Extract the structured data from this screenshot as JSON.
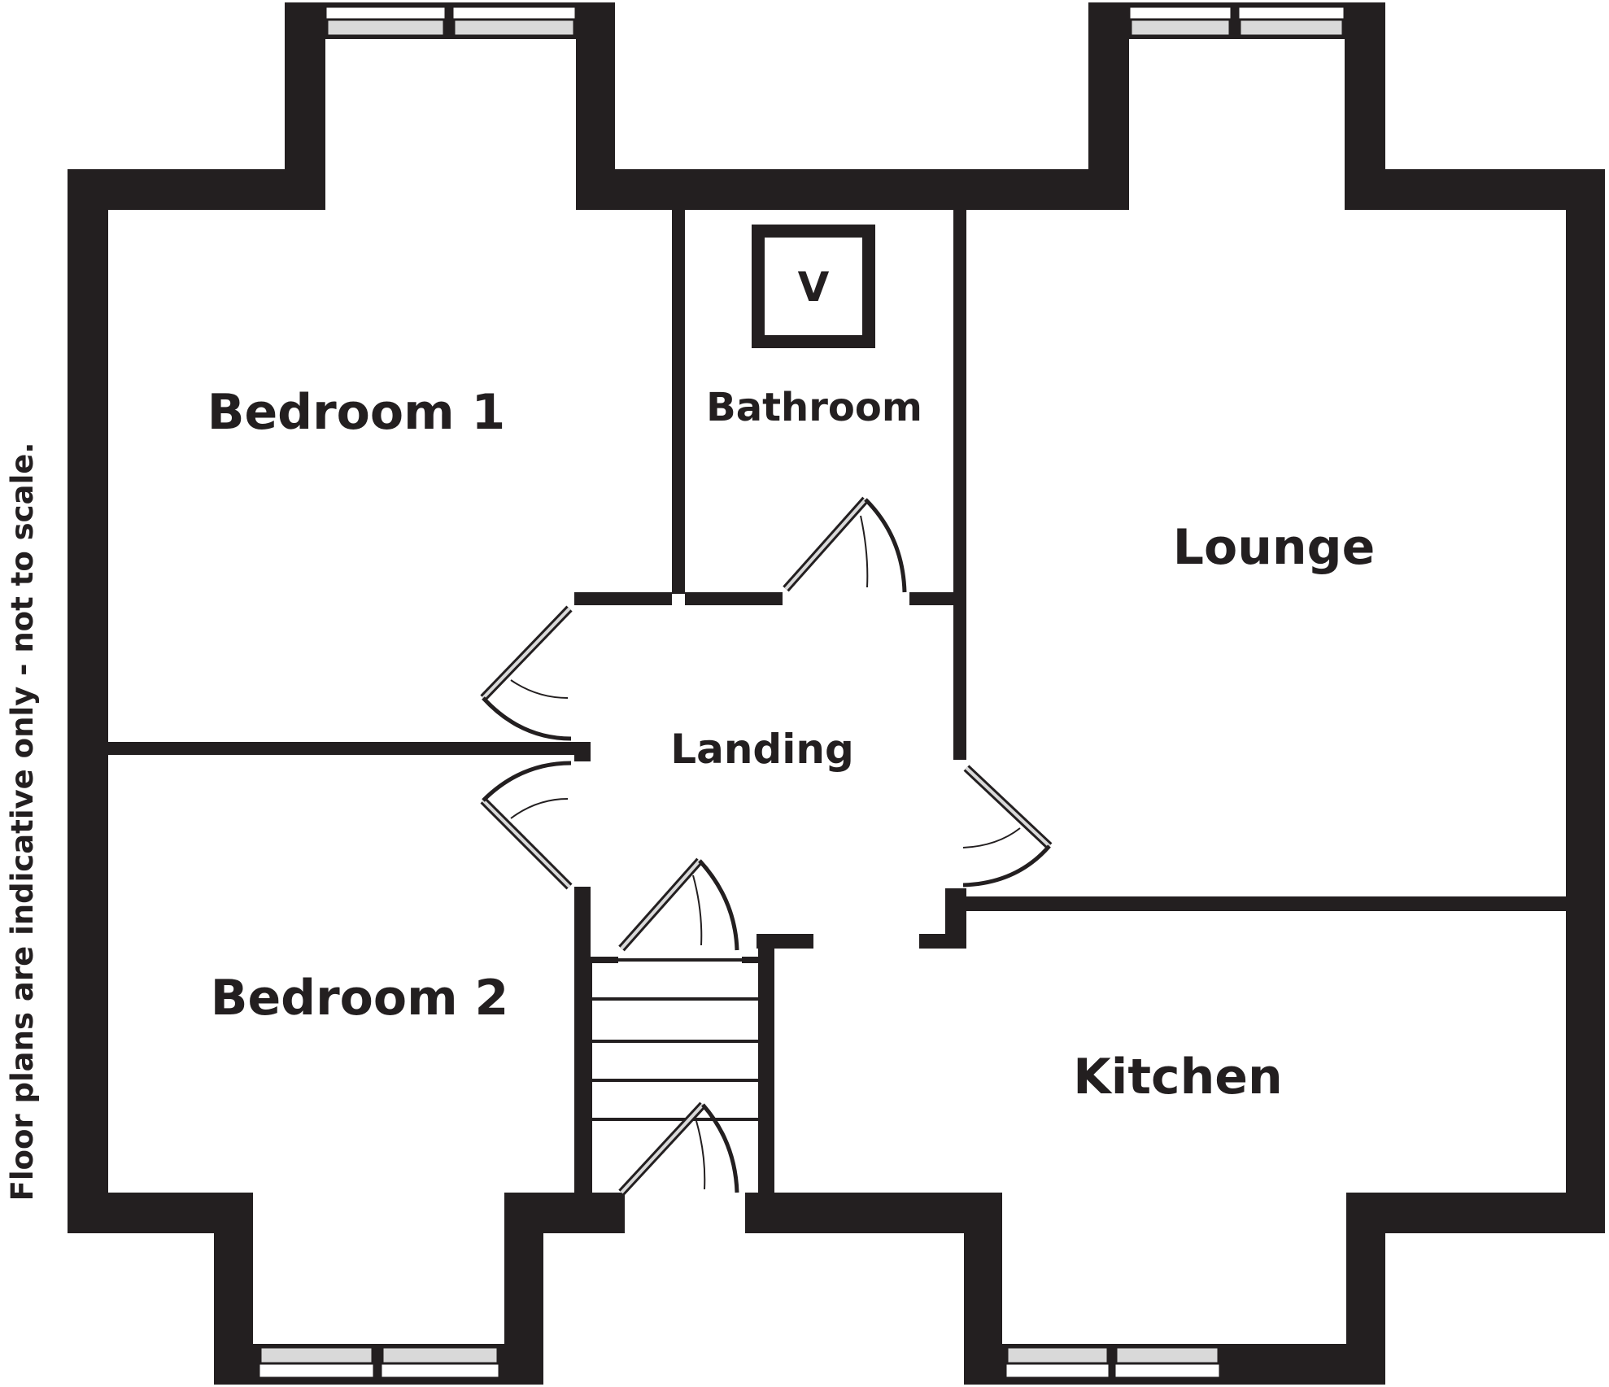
{
  "rooms": {
    "bedroom1": "Bedroom 1",
    "bedroom2": "Bedroom 2",
    "bathroom": "Bathroom",
    "lounge": "Lounge",
    "landing": "Landing",
    "kitchen": "Kitchen"
  },
  "symbols": {
    "vent": "V"
  },
  "disclaimer": "Floor plans are indicative only - not to scale.",
  "colors": {
    "wall": "#231f20",
    "background": "#ffffff",
    "glass": "#d9d9d9"
  }
}
